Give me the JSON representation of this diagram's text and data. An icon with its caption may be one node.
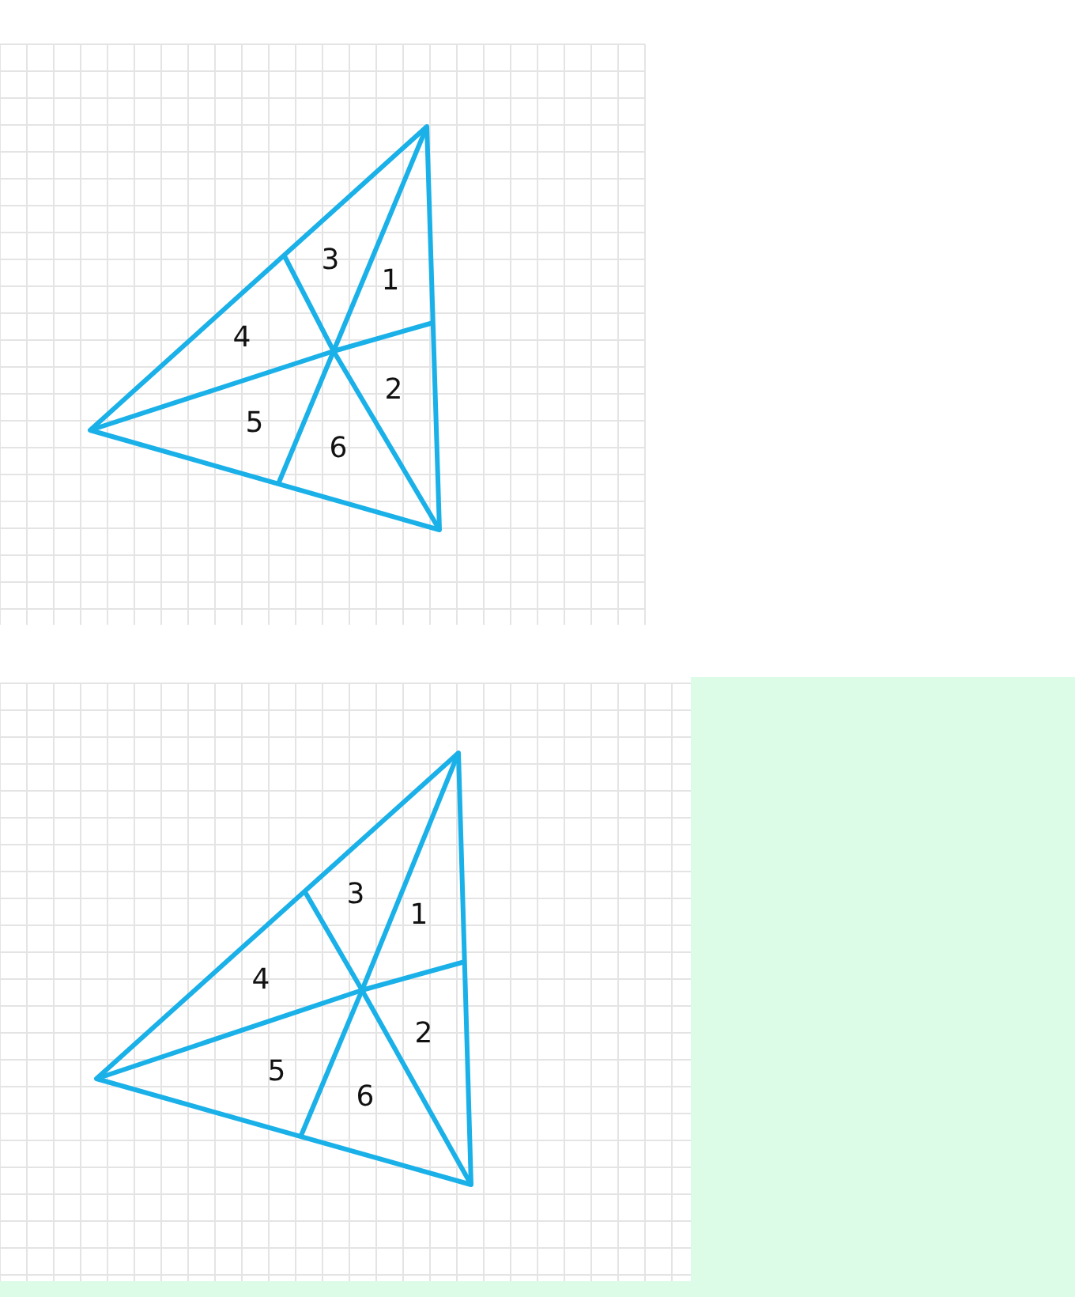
{
  "diagram": {
    "labels": [
      "3",
      "1",
      "4",
      "2",
      "5",
      "6",
      "3",
      "1",
      "4",
      "2",
      "5",
      "6"
    ]
  }
}
